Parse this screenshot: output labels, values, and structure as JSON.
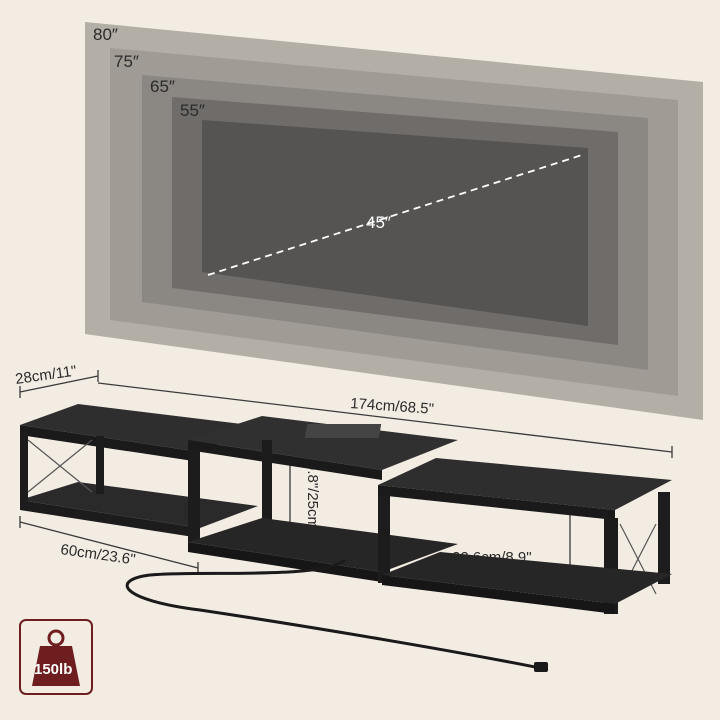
{
  "tv_sizes": {
    "s80": "80″",
    "s75": "75″",
    "s65": "65″",
    "s55": "55″",
    "s45": "45″"
  },
  "dimensions": {
    "depth": "28cm/11\"",
    "width": "174cm/68.5\"",
    "center_height": "9.8\"/25cm",
    "shelf_height": "22,6cm/8.9\"",
    "side_width": "60cm/23.6\""
  },
  "badge": {
    "weight": "150lb"
  },
  "colors": {
    "background": "#f3ece3",
    "tv_80": "#b3aea6",
    "tv_75": "#a09b94",
    "tv_65": "#8b8782",
    "tv_55": "#6f6c69",
    "tv_45": "#555453",
    "furniture": "#242424",
    "badge": "#6e1e1e"
  }
}
